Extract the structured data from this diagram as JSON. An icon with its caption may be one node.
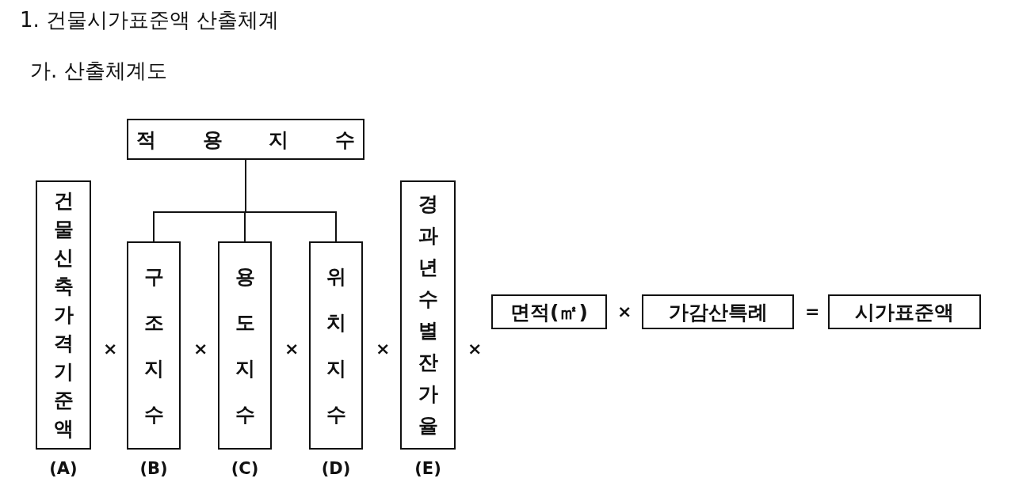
{
  "diagram": {
    "title": "1. 건물시가표준액 산출체계",
    "nodes": [
      {
        "text": [
          "적 용 지 수"
        ]
      },
      {
        "text": [
          "건물신축가격기준액"
        ],
        "beside": [
          "(A)"
        ]
      },
      {
        "text": [
          "구조지수"
        ],
        "beside": [
          "(B)"
        ]
      },
      {
        "text": [
          "용도지수"
        ],
        "beside": [
          "(C)"
        ]
      },
      {
        "text": [
          "위치지수"
        ],
        "beside": [
          "(D)"
        ]
      },
      {
        "text": [
          "경과년수별잔가율"
        ],
        "beside": [
          "(E)"
        ]
      },
      {
        "text": [
          "면적(㎡)"
        ]
      },
      {
        "text": [
          "가감산특례"
        ]
      },
      {
        "text": [
          "시가표준액"
        ]
      }
    ],
    "edges": [
      {
        "from": 0,
        "to": 2,
        "arrow": "none"
      },
      {
        "from": 0,
        "to": 3,
        "arrow": "none"
      },
      {
        "from": 0,
        "to": 4,
        "arrow": "none"
      }
    ],
    "labels": [
      "가. 산출체계도",
      "×",
      "×",
      "×",
      "×",
      "×",
      "×",
      "="
    ]
  }
}
